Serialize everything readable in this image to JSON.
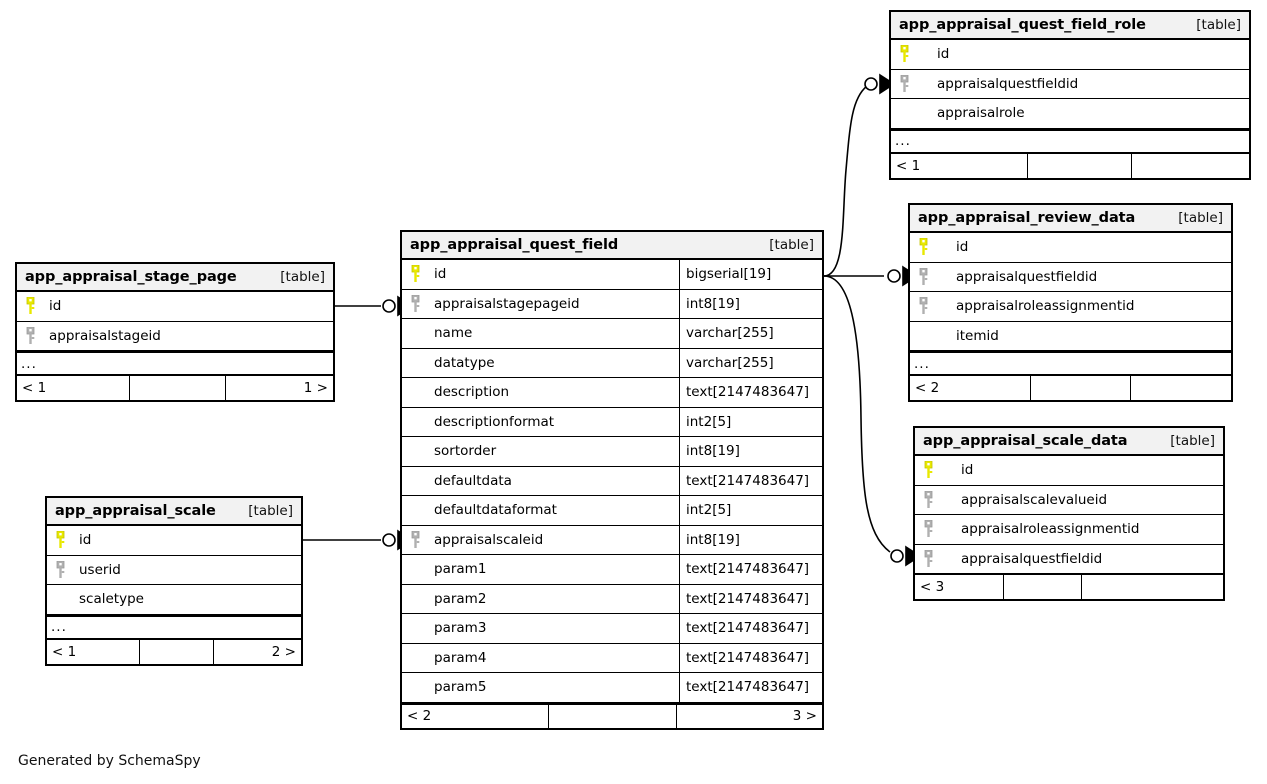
{
  "diagram": {
    "generator_note": "Generated by SchemaSpy",
    "table_tag": "[table]",
    "ellipsis": "...",
    "colors": {
      "pk_key": "#e8e800",
      "fk_key": "#b0b0b0",
      "header_bg": "#f2f2f2",
      "border": "#000000",
      "background": "#ffffff"
    }
  },
  "tables": [
    {
      "id": "app_appraisal_stage_page",
      "name": "app_appraisal_stage_page",
      "tag": "[table]",
      "columns": [
        {
          "name": "id",
          "key": "pk",
          "type": ""
        },
        {
          "name": "appraisalstageid",
          "key": "fk",
          "type": ""
        }
      ],
      "has_ellipsis": true,
      "footer": [
        "< 1",
        "",
        "1 >"
      ]
    },
    {
      "id": "app_appraisal_scale",
      "name": "app_appraisal_scale",
      "tag": "[table]",
      "columns": [
        {
          "name": "id",
          "key": "pk",
          "type": ""
        },
        {
          "name": "userid",
          "key": "fk",
          "type": ""
        },
        {
          "name": "scaletype",
          "key": "none",
          "type": ""
        }
      ],
      "has_ellipsis": true,
      "footer": [
        "< 1",
        "",
        "2 >"
      ]
    },
    {
      "id": "app_appraisal_quest_field",
      "name": "app_appraisal_quest_field",
      "tag": "[table]",
      "columns": [
        {
          "name": "id",
          "key": "pk",
          "type": "bigserial[19]"
        },
        {
          "name": "appraisalstagepageid",
          "key": "fk",
          "type": "int8[19]"
        },
        {
          "name": "name",
          "key": "none",
          "type": "varchar[255]"
        },
        {
          "name": "datatype",
          "key": "none",
          "type": "varchar[255]"
        },
        {
          "name": "description",
          "key": "none",
          "type": "text[2147483647]"
        },
        {
          "name": "descriptionformat",
          "key": "none",
          "type": "int2[5]"
        },
        {
          "name": "sortorder",
          "key": "none",
          "type": "int8[19]"
        },
        {
          "name": "defaultdata",
          "key": "none",
          "type": "text[2147483647]"
        },
        {
          "name": "defaultdataformat",
          "key": "none",
          "type": "int2[5]"
        },
        {
          "name": "appraisalscaleid",
          "key": "fk",
          "type": "int8[19]"
        },
        {
          "name": "param1",
          "key": "none",
          "type": "text[2147483647]"
        },
        {
          "name": "param2",
          "key": "none",
          "type": "text[2147483647]"
        },
        {
          "name": "param3",
          "key": "none",
          "type": "text[2147483647]"
        },
        {
          "name": "param4",
          "key": "none",
          "type": "text[2147483647]"
        },
        {
          "name": "param5",
          "key": "none",
          "type": "text[2147483647]"
        }
      ],
      "has_ellipsis": false,
      "footer": [
        "< 2",
        "",
        "3 >"
      ]
    },
    {
      "id": "app_appraisal_quest_field_role",
      "name": "app_appraisal_quest_field_role",
      "tag": "[table]",
      "columns": [
        {
          "name": "id",
          "key": "pk",
          "type": ""
        },
        {
          "name": "appraisalquestfieldid",
          "key": "fk",
          "type": ""
        },
        {
          "name": "appraisalrole",
          "key": "none",
          "type": ""
        }
      ],
      "has_ellipsis": true,
      "footer": [
        "< 1",
        "",
        ""
      ]
    },
    {
      "id": "app_appraisal_review_data",
      "name": "app_appraisal_review_data",
      "tag": "[table]",
      "columns": [
        {
          "name": "id",
          "key": "pk",
          "type": ""
        },
        {
          "name": "appraisalquestfieldid",
          "key": "fk",
          "type": ""
        },
        {
          "name": "appraisalroleassignmentid",
          "key": "fk",
          "type": ""
        },
        {
          "name": "itemid",
          "key": "none",
          "type": ""
        }
      ],
      "has_ellipsis": true,
      "footer": [
        "< 2",
        "",
        ""
      ]
    },
    {
      "id": "app_appraisal_scale_data",
      "name": "app_appraisal_scale_data",
      "tag": "[table]",
      "columns": [
        {
          "name": "id",
          "key": "pk",
          "type": ""
        },
        {
          "name": "appraisalscalevalueid",
          "key": "fk",
          "type": ""
        },
        {
          "name": "appraisalroleassignmentid",
          "key": "fk",
          "type": ""
        },
        {
          "name": "appraisalquestfieldid",
          "key": "fk",
          "type": ""
        }
      ],
      "has_ellipsis": false,
      "footer": [
        "< 3",
        "",
        ""
      ]
    }
  ],
  "relationships": [
    {
      "id": "rel-stage-page-to-quest-field",
      "from": "app_appraisal_stage_page.id",
      "to": "app_appraisal_quest_field.appraisalstagepageid",
      "cardinality": "zero-or-many"
    },
    {
      "id": "rel-scale-to-quest-field",
      "from": "app_appraisal_scale.id",
      "to": "app_appraisal_quest_field.appraisalscaleid",
      "cardinality": "zero-or-many"
    },
    {
      "id": "rel-quest-field-to-field-role",
      "from": "app_appraisal_quest_field.id",
      "to": "app_appraisal_quest_field_role.appraisalquestfieldid",
      "cardinality": "zero-or-many"
    },
    {
      "id": "rel-quest-field-to-review-data",
      "from": "app_appraisal_quest_field.id",
      "to": "app_appraisal_review_data.appraisalquestfieldid",
      "cardinality": "zero-or-many"
    },
    {
      "id": "rel-quest-field-to-scale-data",
      "from": "app_appraisal_quest_field.id",
      "to": "app_appraisal_scale_data.appraisalquestfieldid",
      "cardinality": "zero-or-many"
    }
  ]
}
